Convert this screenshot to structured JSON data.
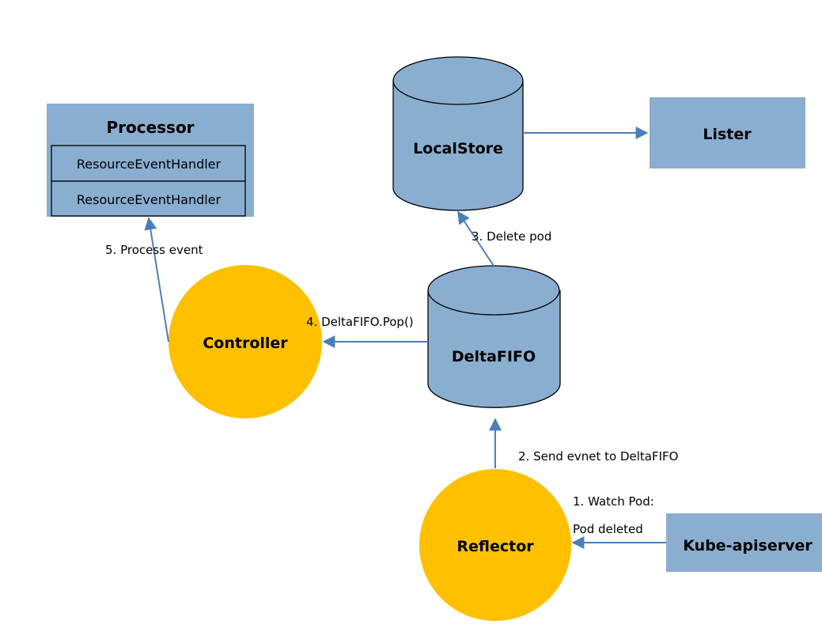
{
  "nodes": {
    "processor": {
      "title": "Processor",
      "handlers": [
        "ResourceEventHandler",
        "ResourceEventHandler"
      ]
    },
    "local_store": {
      "label": "LocalStore"
    },
    "lister": {
      "label": "Lister"
    },
    "delta_fifo": {
      "label": "DeltaFIFO"
    },
    "controller": {
      "label": "Controller"
    },
    "reflector": {
      "label": "Reflector"
    },
    "kube_apiserver": {
      "label": "Kube-apiserver"
    }
  },
  "edges": {
    "watch_line1": "1. Watch Pod:",
    "watch_line2": "Pod deleted",
    "send_event": "2. Send evnet to DeltaFIFO",
    "delete_pod": "3. Delete pod",
    "pop": "4. DeltaFIFO.Pop()",
    "process_event": "5. Process event"
  },
  "colors": {
    "box_fill": "#8aaed0",
    "circle_fill": "#ffc000",
    "arrow": "#4a7ebb",
    "stroke": "#000000"
  }
}
